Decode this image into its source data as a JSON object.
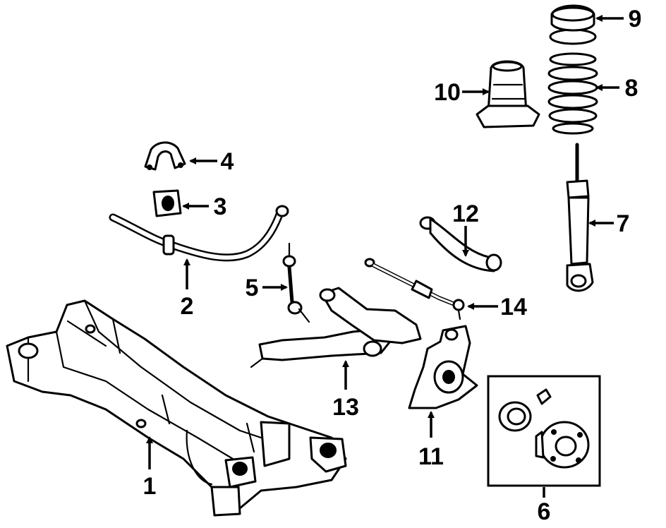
{
  "callouts": [
    {
      "id": "1",
      "label": "1"
    },
    {
      "id": "2",
      "label": "2"
    },
    {
      "id": "3",
      "label": "3"
    },
    {
      "id": "4",
      "label": "4"
    },
    {
      "id": "5",
      "label": "5"
    },
    {
      "id": "6",
      "label": "6"
    },
    {
      "id": "7",
      "label": "7"
    },
    {
      "id": "8",
      "label": "8"
    },
    {
      "id": "9",
      "label": "9"
    },
    {
      "id": "10",
      "label": "10"
    },
    {
      "id": "11",
      "label": "11"
    },
    {
      "id": "12",
      "label": "12"
    },
    {
      "id": "13",
      "label": "13"
    },
    {
      "id": "14",
      "label": "14"
    }
  ],
  "colors": {
    "ink": "#000000",
    "paper": "#ffffff"
  }
}
